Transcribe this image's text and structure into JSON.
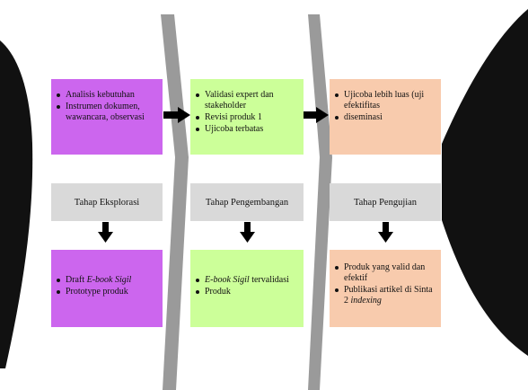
{
  "colors": {
    "phase1": "#cc66ee",
    "phase2": "#ccff99",
    "phase3": "#f8cbad",
    "stage_label": "#d9d9d9",
    "divider": "#9a9a9a",
    "fish": "#111111"
  },
  "phases": [
    {
      "stage": "Tahap Eksplorasi",
      "top_items": [
        "Analisis kebutuhan",
        "Instrumen dokumen, wawancara, observasi"
      ],
      "bottom_items": [
        {
          "text": "Draft ",
          "em": "E-book Sigil"
        },
        {
          "text": "Prototype produk"
        }
      ]
    },
    {
      "stage": "Tahap Pengembangan",
      "top_items": [
        "Validasi expert dan stakeholder",
        "Revisi produk 1",
        "Ujicoba terbatas"
      ],
      "bottom_items": [
        {
          "em": "E-book Sigil",
          "text": " tervalidasi"
        },
        {
          "text": "Produk"
        }
      ]
    },
    {
      "stage": "Tahap Pengujian",
      "top_items": [
        "Ujicoba lebih luas (uji efektifitas",
        "diseminasi"
      ],
      "bottom_items": [
        {
          "text": "Produk yang valid dan efektif"
        },
        {
          "text": "Publikasi artikel di Sinta 2 ",
          "em": "indexing"
        }
      ]
    }
  ]
}
